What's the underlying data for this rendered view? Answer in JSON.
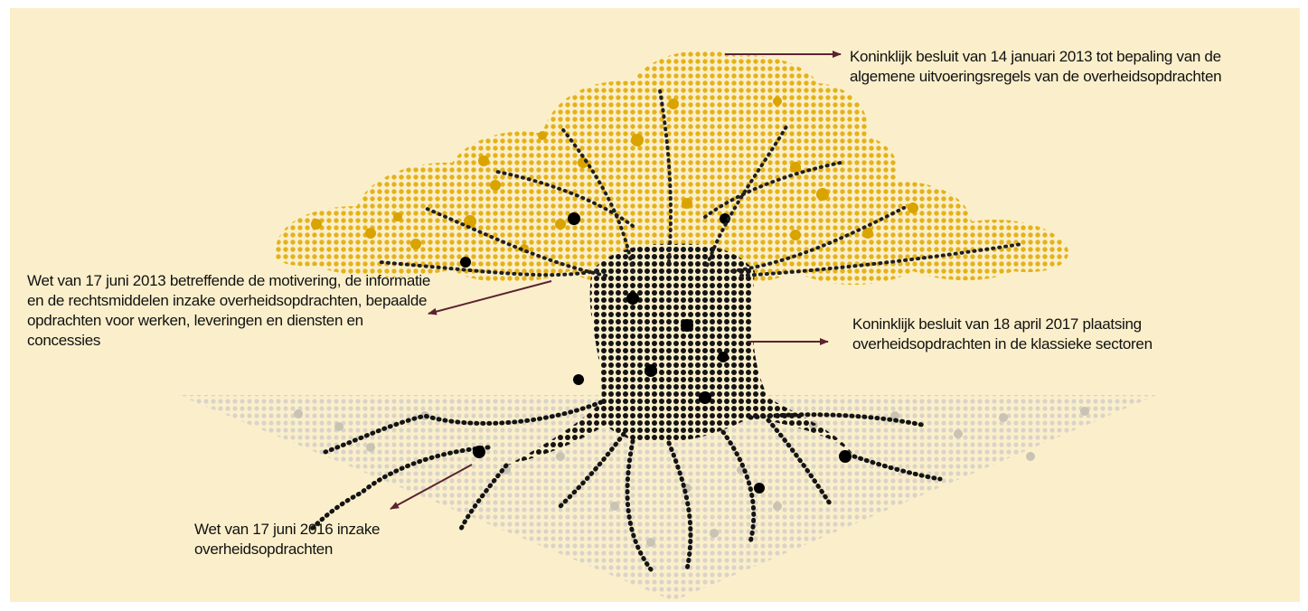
{
  "colors": {
    "panel_background": "#fbefcb",
    "leaf_gold": "#e4b21a",
    "trunk_black": "#141414",
    "soil_grey": "#d9d4c7",
    "arrow": "#5b2330"
  },
  "icons": {
    "tree": "dotted-tree-illustration",
    "arrows": "arrow-right / arrow-down-left"
  },
  "annotations": [
    {
      "id": "crown",
      "text": "Koninklijk besluit van 14 januari 2013 tot bepaling van de algemene uitvoeringsregels van de overheidsopdrachten",
      "points_to": "crown"
    },
    {
      "id": "trunk",
      "text": "Koninklijk besluit van 18 april 2017 plaatsing overheidsopdrachten in de klassieke sectoren",
      "points_to": "trunk"
    },
    {
      "id": "branch",
      "text": "Wet van 17 juni 2013 betreffende de motivering, de informatie en de rechtsmiddelen inzake overheidsopdrachten, bepaalde opdrachten voor werken, leveringen en diensten en concessies",
      "points_to": "branch"
    },
    {
      "id": "roots",
      "text": "Wet van 17 juni 2016 inzake overheidsopdrachten",
      "points_to": "roots"
    }
  ]
}
